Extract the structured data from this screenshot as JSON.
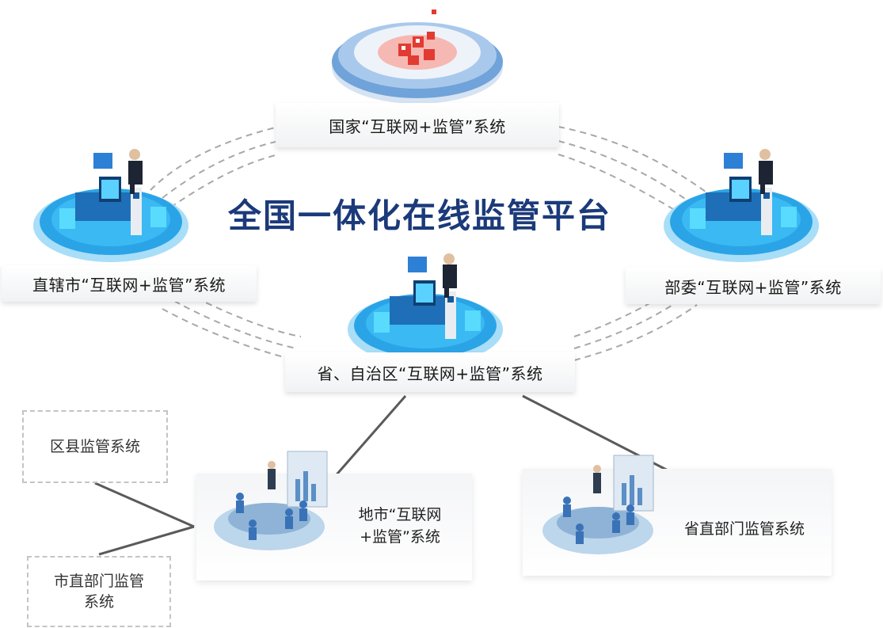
{
  "title": "全国一体化在线监管平台",
  "nodes": {
    "national": "国家“互联网+监管”系统",
    "municipality": "直辖市“互联网+监管”系统",
    "ministry": "部委“互联网+监管”系统",
    "province": "省、自治区“互联网+监管”系统",
    "city_line1": "地市“互联网",
    "city_line2": "+监管”系统",
    "province_dept": "省直部门监管系统",
    "district": "区县监管系统",
    "city_dept_line1": "市直部门监管",
    "city_dept_line2": "系统"
  },
  "colors": {
    "title": "#1b3a7a",
    "platform_blue": "#2aa4e6",
    "cube_red": "#e23b32",
    "dashed": "#9a9a9a"
  },
  "icons": [
    "data-cube-icon",
    "workstation-icon",
    "meeting-room-icon"
  ]
}
